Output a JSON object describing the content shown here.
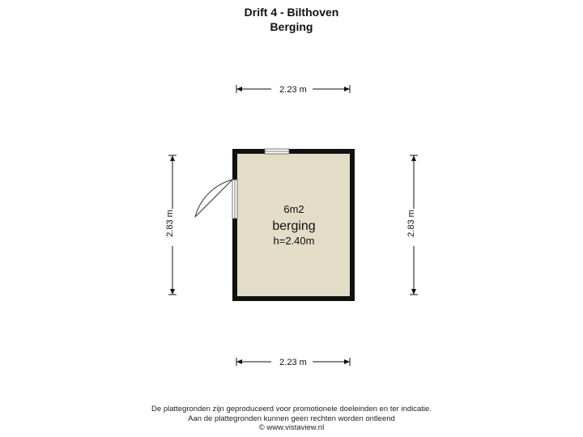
{
  "header": {
    "title": "Drift 4 - Bilthoven",
    "subtitle": "Berging"
  },
  "dimensions": {
    "top_width": "2.23 m",
    "bottom_width": "2.23 m",
    "left_height": "2.83 m",
    "right_height": "2.83 m"
  },
  "room": {
    "area": "6m2",
    "name": "berging",
    "height": "h=2.40m",
    "fill_color": "#e3dcc7",
    "wall_color": "#111111"
  },
  "footer": {
    "line1": "De plattegronden zijn geproduceerd voor promotionele doeleinden en ter indicatie.",
    "line2": "Aan de plattegronden kunnen geen rechten worden ontleend",
    "line3": "© www.vistaview.nl"
  }
}
